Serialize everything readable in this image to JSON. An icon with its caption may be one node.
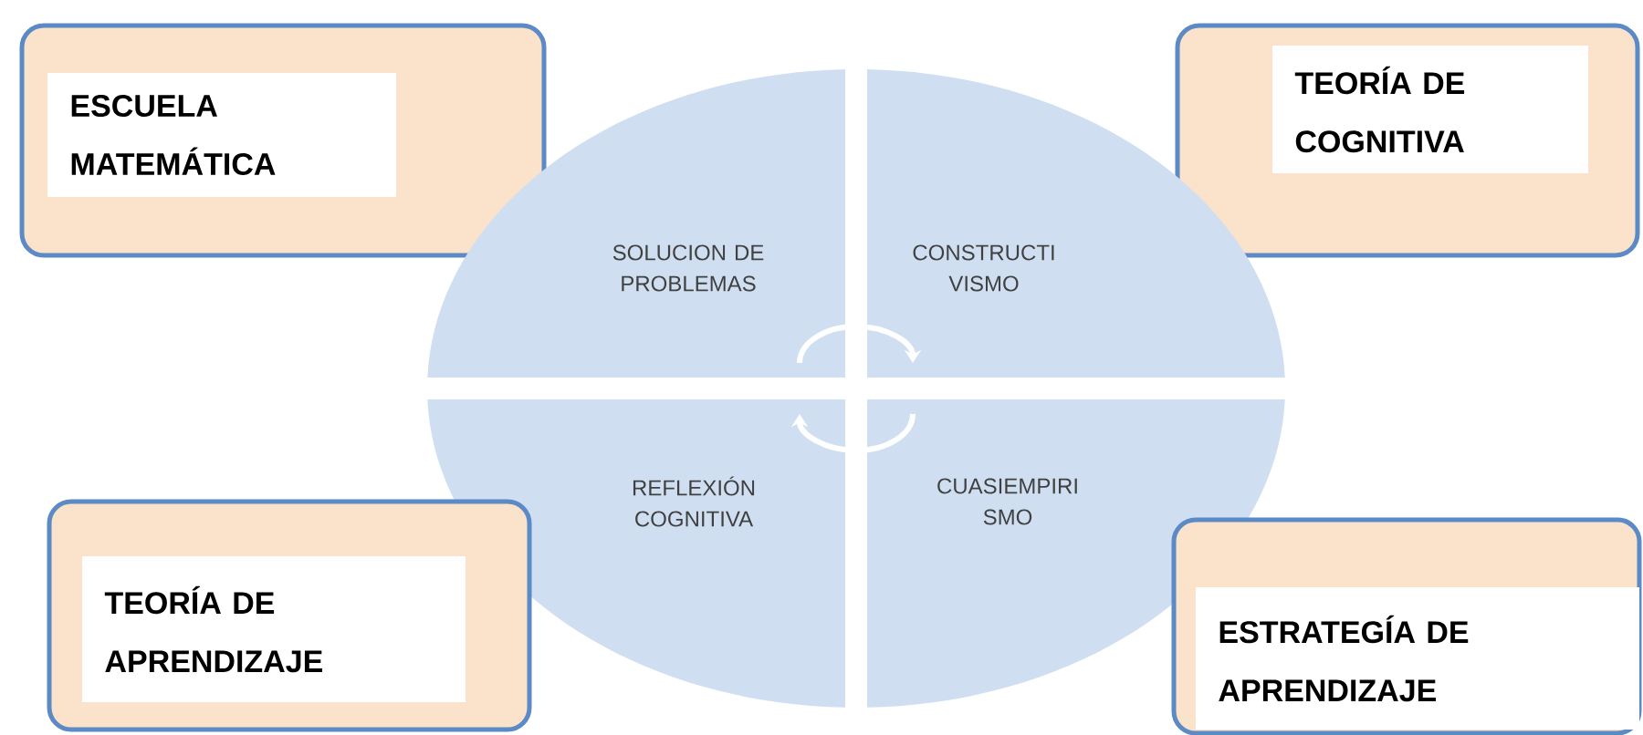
{
  "diagram": {
    "nodes": [
      {
        "text": [
          "ESCUELA MATEMÁTICA"
        ]
      },
      {
        "text": [
          "TEORÍA DE COGNITIVA"
        ]
      },
      {
        "text": [
          "SOLUCION DE PROBLEMAS"
        ]
      },
      {
        "text": [
          "CONSTRUCTI VISMO"
        ]
      },
      {
        "text": [
          "REFLEXIÓN COGNITIVA"
        ]
      },
      {
        "text": [
          "CUASIEMPIRI SMO"
        ]
      },
      {
        "text": [
          "TEORÍA DE APRENDIZAJE"
        ]
      },
      {
        "text": [
          "ESTRATEGÍA DE APRENDIZAJE"
        ]
      }
    ],
    "edges": [
      {
        "from": 2,
        "to": 3,
        "arrow": "to"
      },
      {
        "from": 5,
        "to": 4,
        "arrow": "to"
      }
    ]
  }
}
